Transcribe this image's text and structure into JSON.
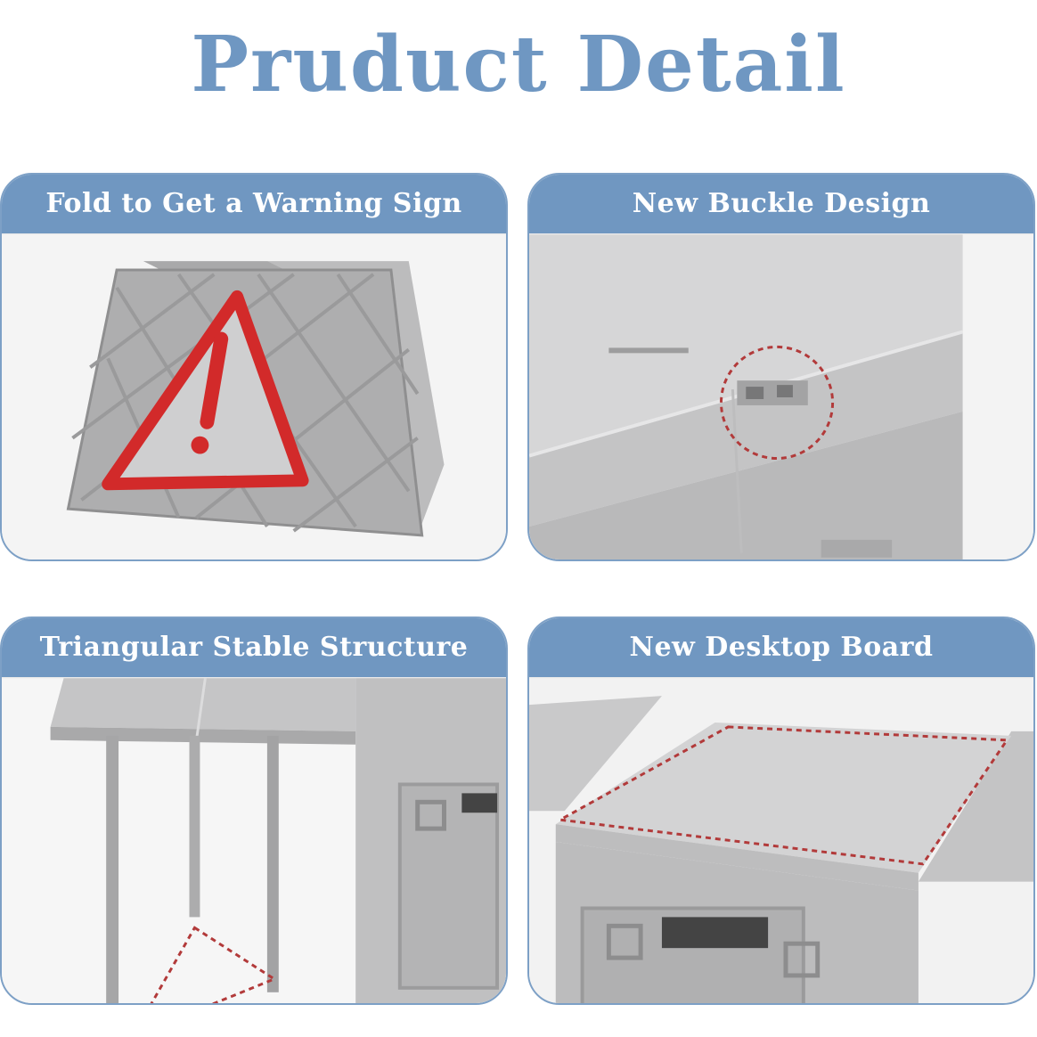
{
  "page": {
    "title": "Pruduct Detail"
  },
  "colors": {
    "accent": "#7097c1",
    "title": "#6f97c2",
    "warning_red": "#d22a2a",
    "product_gray": "#c9c9ca"
  },
  "cards": [
    {
      "heading": "Fold to Get a Warning Sign",
      "image": "folded-box-warning-triangle"
    },
    {
      "heading": "New Buckle Design",
      "image": "box-lid-buckle-closeup"
    },
    {
      "heading": "Triangular Stable Structure",
      "image": "table-legs-triangle-support"
    },
    {
      "heading": "New Desktop Board",
      "image": "box-desktop-board"
    }
  ]
}
